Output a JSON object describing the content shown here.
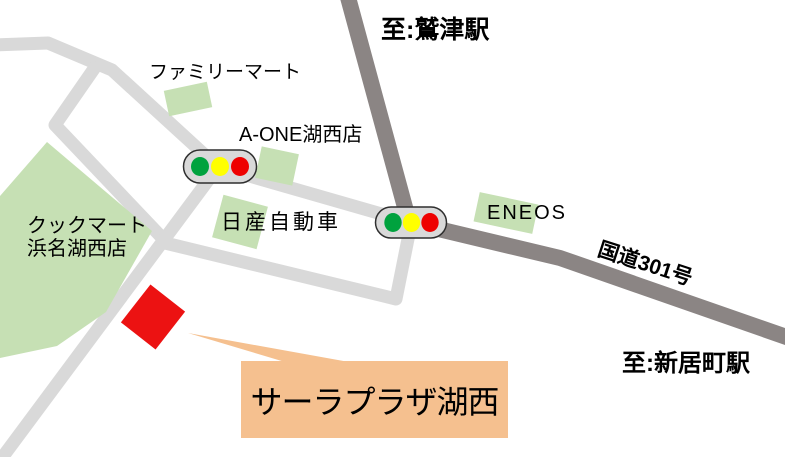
{
  "map": {
    "title": "サーラプラザ湖西",
    "colors": {
      "background": "#ffffff",
      "road_light": "#d9d9d9",
      "road_dark": "#8b8584",
      "building_green": "#c6e0b4",
      "marker_red": "#ec1212",
      "callout_orange": "#f5c08f",
      "signal_green": "#00a23e",
      "signal_yellow": "#ffff00",
      "signal_red": "#ee0000",
      "signal_body": "#d9d9d9",
      "signal_outline": "#2f2f2f"
    },
    "labels": {
      "to_washizu": "至:鷲津駅",
      "familymart": "ファミリーマート",
      "a_one": "A-ONE湖西店",
      "cookmart_line1": "クックマート",
      "cookmart_line2": "浜名湖西店",
      "nissan": "日産自動車",
      "eneos": "ENEOS",
      "route301": "国道301号",
      "to_araimachi": "至:新居町駅",
      "destination": "サーラプラザ湖西"
    },
    "icons": {
      "traffic_light_a_one": "traffic-light-icon",
      "traffic_light_route301": "traffic-light-icon"
    }
  }
}
